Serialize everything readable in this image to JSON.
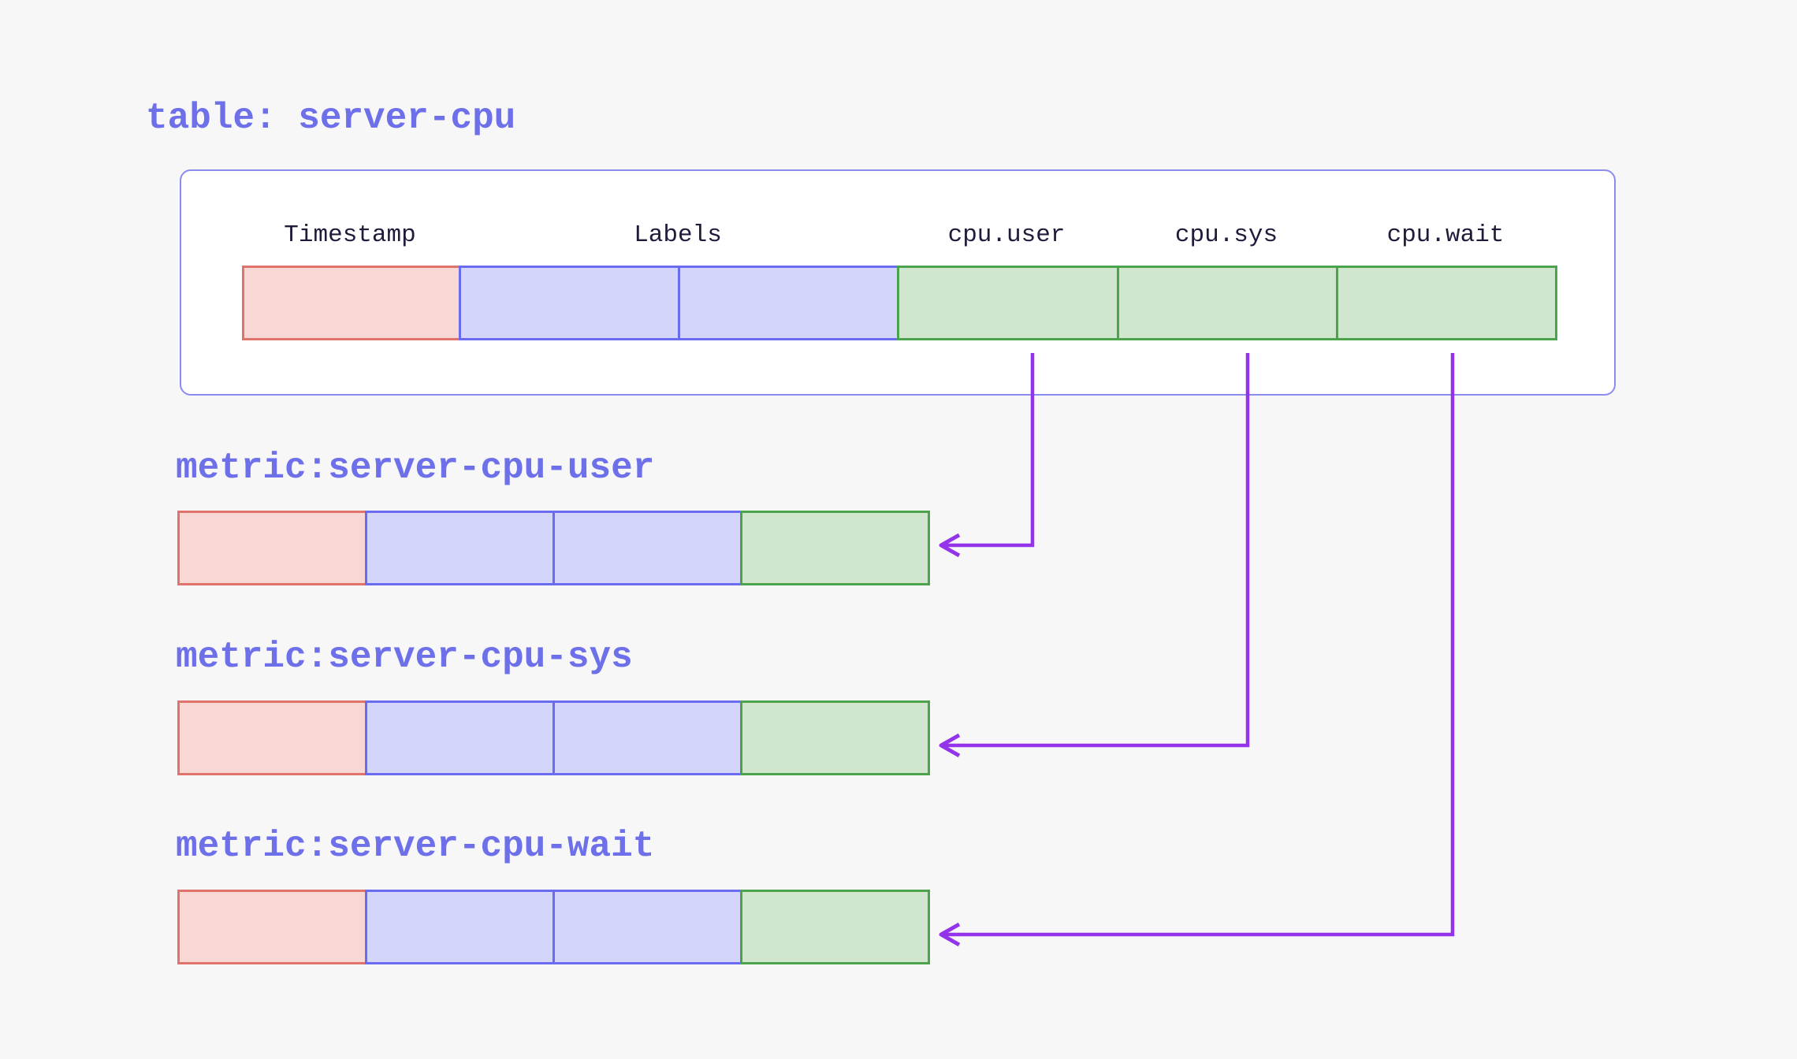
{
  "diagram": {
    "table": {
      "title": "table: server-cpu",
      "columns": [
        {
          "label": "Timestamp",
          "span": 1,
          "type": "timestamp"
        },
        {
          "label": "Labels",
          "span": 2,
          "type": "label"
        },
        {
          "label": "cpu.user",
          "span": 1,
          "type": "value"
        },
        {
          "label": "cpu.sys",
          "span": 1,
          "type": "value"
        },
        {
          "label": "cpu.wait",
          "span": 1,
          "type": "value"
        }
      ],
      "cells": [
        "timestamp",
        "label",
        "label",
        "value",
        "value",
        "value"
      ]
    },
    "metrics": [
      {
        "title": "metric:server-cpu-user",
        "cells": [
          "timestamp",
          "label",
          "label",
          "value"
        ],
        "source_column": "cpu.user"
      },
      {
        "title": "metric:server-cpu-sys",
        "cells": [
          "timestamp",
          "label",
          "label",
          "value"
        ],
        "source_column": "cpu.sys"
      },
      {
        "title": "metric:server-cpu-wait",
        "cells": [
          "timestamp",
          "label",
          "label",
          "value"
        ],
        "source_column": "cpu.wait"
      }
    ],
    "connections": [
      {
        "from": "cpu.user",
        "to": "metric:server-cpu-user"
      },
      {
        "from": "cpu.sys",
        "to": "metric:server-cpu-sys"
      },
      {
        "from": "cpu.wait",
        "to": "metric:server-cpu-wait"
      }
    ]
  },
  "colors": {
    "background": "#f7f7f8",
    "box_bg": "#ffffff",
    "table_border": "#8c8cf0",
    "accent_text": "#6e70ea",
    "header_text": "#221a3a",
    "arrow": "#9333ea",
    "cell_red_bg": "#f7d8d5",
    "cell_red_border": "#e0746c",
    "cell_blue_bg": "#d4d5fa",
    "cell_blue_border": "#6b6bf0",
    "cell_green_bg": "#d0e6cf",
    "cell_green_border": "#4ba34c"
  }
}
